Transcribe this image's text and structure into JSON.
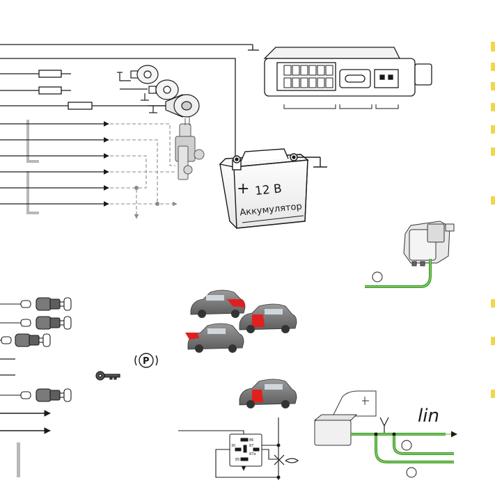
{
  "battery": {
    "voltage": "12 В",
    "label": "Аккумулятор",
    "plus_sign": "+"
  },
  "bus": {
    "label": "lin"
  },
  "relay": {
    "pin_87": "87",
    "pin_87a": "87a",
    "pin_30": "30",
    "pin_85": "85",
    "pin_86": "86"
  },
  "icons": {
    "parking": "P"
  },
  "colors": {
    "wire": "#1a1a1a",
    "green_wire": "#3c9b2a",
    "green_light": "#8ed16b",
    "highlight_red": "#e0201f",
    "bracket_gray": "#b8b8b8",
    "right_edge_yellow": "#f2d64a"
  }
}
